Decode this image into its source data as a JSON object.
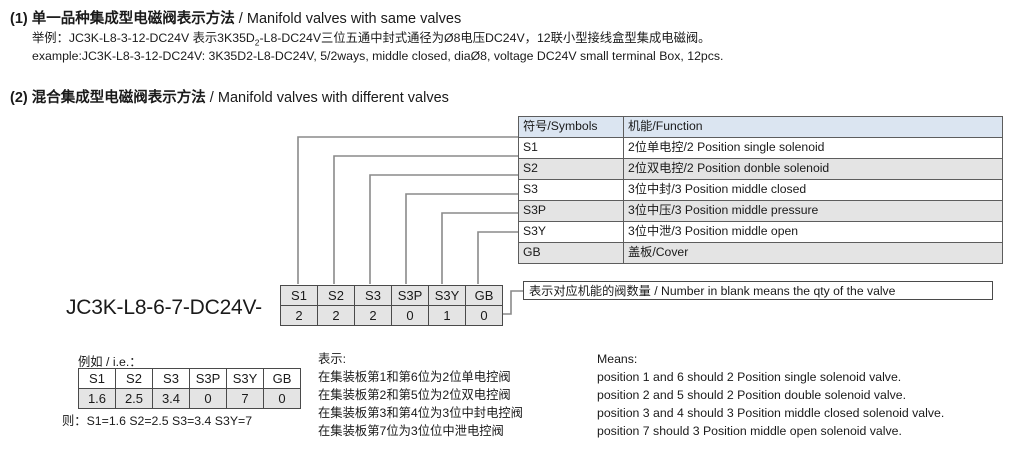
{
  "sections": [
    {
      "number": "(1)",
      "title_cn": "单一品种集成型电磁阀表示方法",
      "title_sep": " / ",
      "title_en": "Manifold valves with same valves",
      "line_cn_a": "举例：JC3K-L8-3-12-DC24V 表示3K35D",
      "line_cn_sub": "2",
      "line_cn_b": "-L8-DC24V三位五通中封式通径为Ø8电压DC24V，12联小型接线盒型集成电磁阀。",
      "line_en": "example:JC3K-L8-3-12-DC24V: 3K35D2-L8-DC24V, 5/2ways, middle closed, diaØ8, voltage DC24V small terminal Box, 12pcs."
    },
    {
      "number": "(2)",
      "title_cn": "混合集成型电磁阀表示方法",
      "title_sep": " / ",
      "title_en": "Manifold valves with different valves"
    }
  ],
  "symbols_table": {
    "headers": [
      "符号/Symbols",
      "机能/Function"
    ],
    "rows": [
      {
        "symbol": "S1",
        "function": "2位单电控/2 Position single solenoid"
      },
      {
        "symbol": "S2",
        "function": "2位双电控/2 Position donble solenoid"
      },
      {
        "symbol": "S3",
        "function": "3位中封/3 Position middle closed"
      },
      {
        "symbol": "S3P",
        "function": "3位中压/3 Position middle pressure"
      },
      {
        "symbol": "S3Y",
        "function": "3位中泄/3 Position middle open"
      },
      {
        "symbol": "GB",
        "function": "盖板/Cover"
      }
    ]
  },
  "model": {
    "prefix": "JC3K-L8-6-7-DC24V-",
    "columns": [
      "S1",
      "S2",
      "S3",
      "S3P",
      "S3Y",
      "GB"
    ],
    "values": [
      "2",
      "2",
      "2",
      "0",
      "1",
      "0"
    ]
  },
  "qty_note": "表示对应机能的阀数量 / Number in blank means the qty of the valve",
  "example": {
    "label": "例如 / i.e.：",
    "columns": [
      "S1",
      "S2",
      "S3",
      "S3P",
      "S3Y",
      "GB"
    ],
    "values": [
      "1.6",
      "2.5",
      "3.4",
      "0",
      "7",
      "0"
    ],
    "result": "则：S1=1.6 S2=2.5 S3=3.4 S3Y=7"
  },
  "explanation_cn": {
    "heading": "表示:",
    "lines": [
      "在集装板第1和第6位为2位单电控阀",
      "在集装板第2和第5位为2位双电控阀",
      "在集装板第3和第4位为3位中封电控阀",
      "在集装板第7位为3位位中泄电控阀"
    ]
  },
  "explanation_en": {
    "heading": "Means:",
    "lines": [
      "position 1 and 6 should 2 Position single solenoid valve.",
      "position 2 and 5 should 2 Position double solenoid valve.",
      "position 3 and 4 should 3 Position middle closed solenoid valve.",
      "position 7 should 3 Position middle open solenoid valve."
    ]
  },
  "colors": {
    "header_fill": "#dbe5f1",
    "row_alt_fill": "#e4e4e4",
    "border": "#5d5d5d",
    "connector": "#8a8a8a",
    "text": "#1a1a1a"
  }
}
